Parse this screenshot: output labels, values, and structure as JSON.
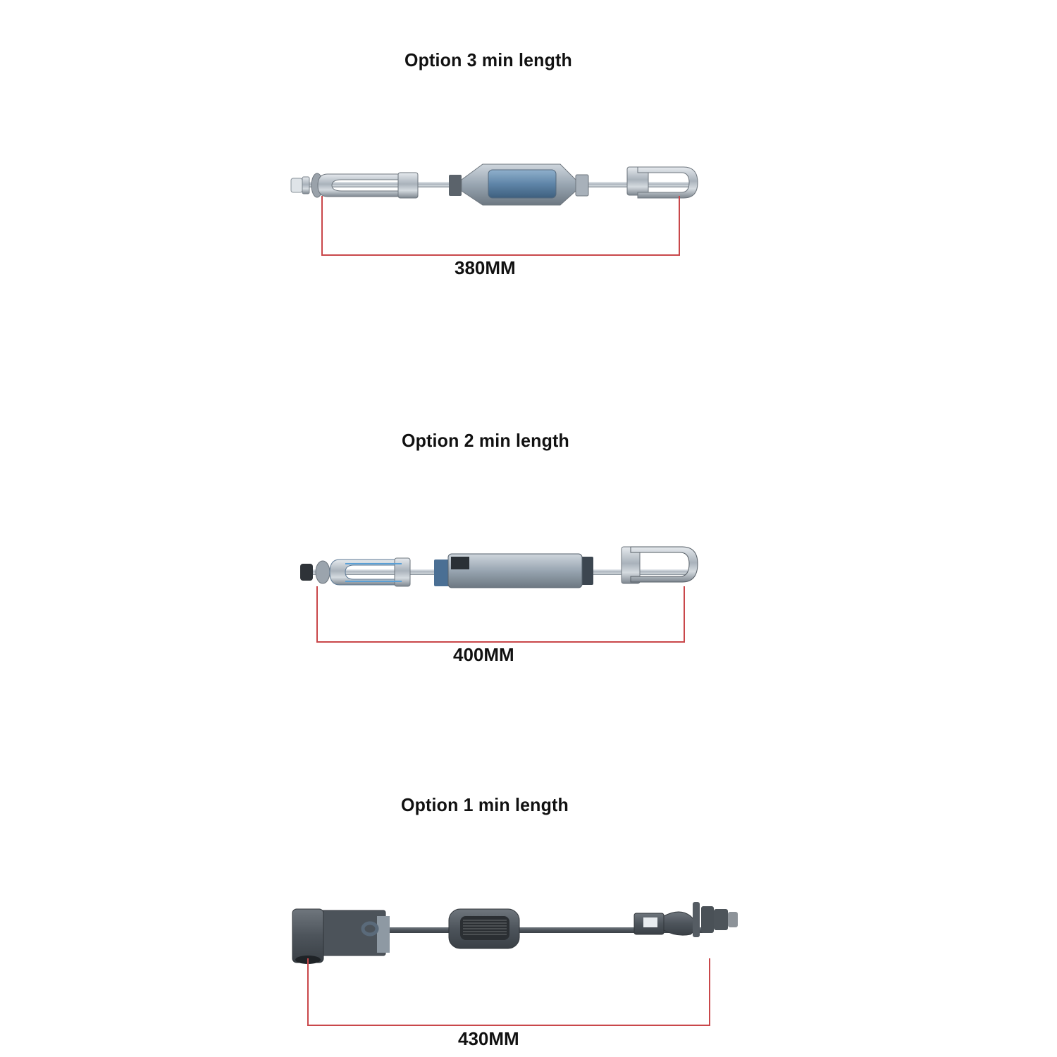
{
  "options": [
    {
      "title": "Option 3 min length",
      "dimension": "380MM",
      "finish": "zinc-plated",
      "part_icon": "turnbuckle-stabilizer-clevis-both-ends"
    },
    {
      "title": "Option 2 min length",
      "dimension": "400MM",
      "finish": "zinc-plated",
      "part_icon": "turnbuckle-stabilizer-tube-body"
    },
    {
      "title": "Option 1 min length",
      "dimension": "430MM",
      "finish": "grey-painted",
      "part_icon": "turnbuckle-stabilizer-bracket-end"
    }
  ],
  "colors": {
    "dimension_line": "#c9474a",
    "text": "#111111",
    "zinc": "#b9c1c9",
    "painted": "#4f565d"
  }
}
